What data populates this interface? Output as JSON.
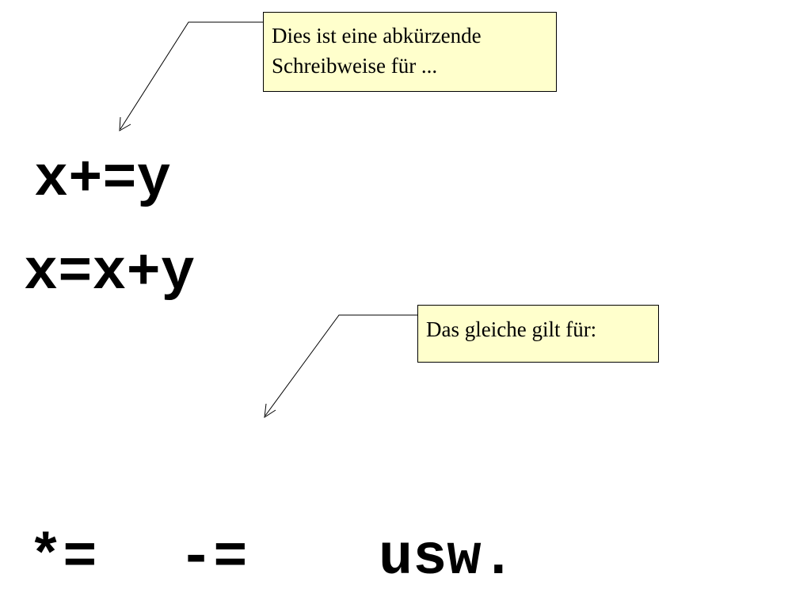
{
  "callout_top": {
    "line1": "Dies ist eine abkürzende",
    "line2": "Schreibweise für ..."
  },
  "callout_bottom": {
    "line1": "Das gleiche gilt für:"
  },
  "expressions": {
    "short_form": "x+=y",
    "long_form": "x=x+y",
    "times_assign": "*=",
    "minus_assign": "-=",
    "etc": "usw."
  },
  "colors": {
    "callout_fill": "#ffffcc",
    "text": "#000000",
    "background": "#ffffff"
  }
}
